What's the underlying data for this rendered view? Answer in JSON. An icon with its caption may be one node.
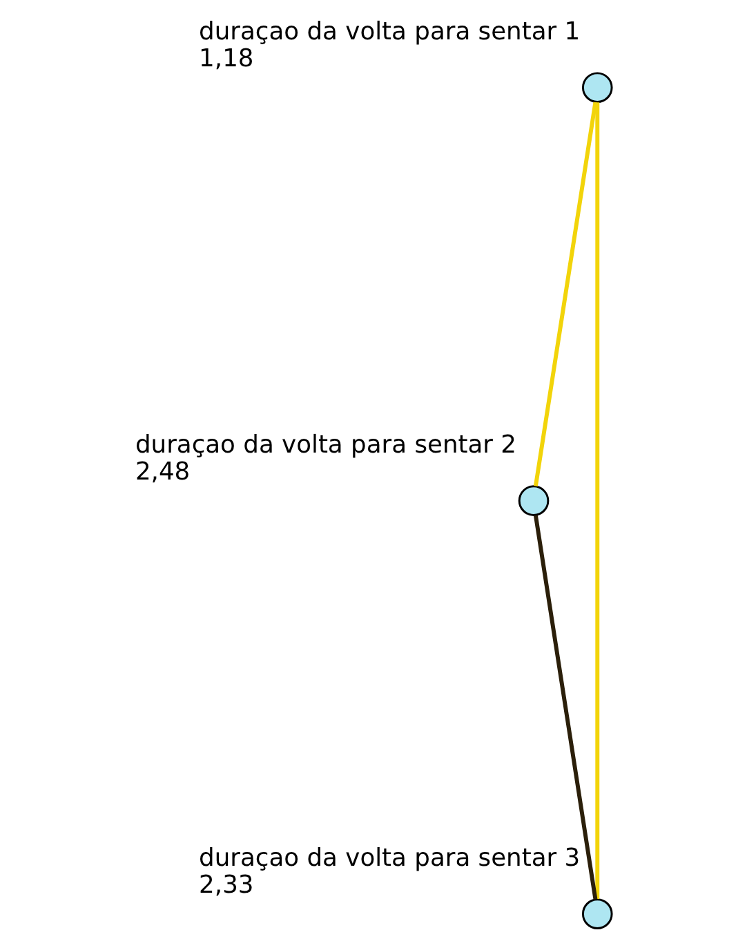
{
  "diagram": {
    "nodes": [
      {
        "text": [],
        "shape": "circle",
        "beside": [
          "duraçao da volta para sentar 1",
          "1,18"
        ]
      },
      {
        "text": [],
        "shape": "circle",
        "beside": [
          "duraçao da volta para sentar 2",
          "2,48"
        ]
      },
      {
        "text": [],
        "shape": "circle",
        "beside": [
          "duraçao da volta para sentar 3",
          "2,33"
        ]
      }
    ],
    "edges": [
      {
        "from": 0,
        "to": 1,
        "arrow": "none"
      },
      {
        "from": 0,
        "to": 2,
        "arrow": "none"
      },
      {
        "from": 1,
        "to": 2,
        "arrow": "none",
        "color": "#2b1f0a"
      }
    ]
  }
}
